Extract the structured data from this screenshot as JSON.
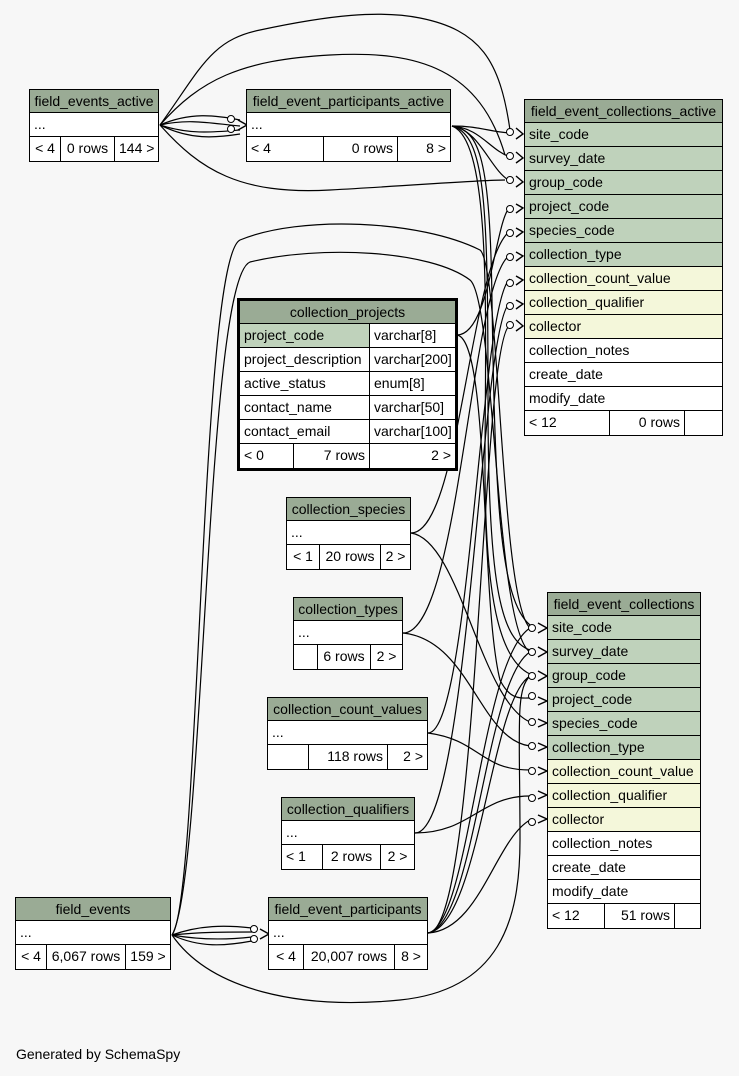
{
  "colors": {
    "header": "#9aab95",
    "key_column": "#bfd2bb",
    "foreign_column": "#f4f7da",
    "background": "#f7f7f7"
  },
  "tables": {
    "field_events_active": {
      "name": "field_events_active",
      "body": "...",
      "stats": [
        "< 4",
        "0 rows",
        "144 >"
      ]
    },
    "field_event_participants_active": {
      "name": "field_event_participants_active",
      "body": "...",
      "stats": [
        "< 4",
        "0 rows",
        "8 >"
      ]
    },
    "field_event_collections_active": {
      "name": "field_event_collections_active",
      "columns": [
        "site_code",
        "survey_date",
        "group_code",
        "project_code",
        "species_code",
        "collection_type",
        "collection_count_value",
        "collection_qualifier",
        "collector",
        "collection_notes",
        "create_date",
        "modify_date"
      ],
      "stats": [
        "< 12",
        "0 rows",
        ""
      ]
    },
    "collection_projects": {
      "name": "collection_projects",
      "columns": [
        {
          "name": "project_code",
          "type": "varchar[8]"
        },
        {
          "name": "project_description",
          "type": "varchar[200]"
        },
        {
          "name": "active_status",
          "type": "enum[8]"
        },
        {
          "name": "contact_name",
          "type": "varchar[50]"
        },
        {
          "name": "contact_email",
          "type": "varchar[100]"
        }
      ],
      "stats": [
        "< 0",
        "7 rows",
        "2 >"
      ]
    },
    "collection_species": {
      "name": "collection_species",
      "body": "...",
      "stats": [
        "< 1",
        "20 rows",
        "2 >"
      ]
    },
    "collection_types": {
      "name": "collection_types",
      "body": "...",
      "stats": [
        "",
        "6 rows",
        "2 >"
      ]
    },
    "collection_count_values": {
      "name": "collection_count_values",
      "body": "...",
      "stats": [
        "",
        "118 rows",
        "2 >"
      ]
    },
    "collection_qualifiers": {
      "name": "collection_qualifiers",
      "body": "...",
      "stats": [
        "< 1",
        "2 rows",
        "2 >"
      ]
    },
    "field_events": {
      "name": "field_events",
      "body": "...",
      "stats": [
        "< 4",
        "6,067 rows",
        "159 >"
      ]
    },
    "field_event_participants": {
      "name": "field_event_participants",
      "body": "...",
      "stats": [
        "< 4",
        "20,007 rows",
        "8 >"
      ]
    },
    "field_event_collections": {
      "name": "field_event_collections",
      "columns": [
        "site_code",
        "survey_date",
        "group_code",
        "project_code",
        "species_code",
        "collection_type",
        "collection_count_value",
        "collection_qualifier",
        "collector",
        "collection_notes",
        "create_date",
        "modify_date"
      ],
      "stats": [
        "< 12",
        "51 rows",
        ""
      ]
    }
  },
  "footer": "Generated by SchemaSpy"
}
